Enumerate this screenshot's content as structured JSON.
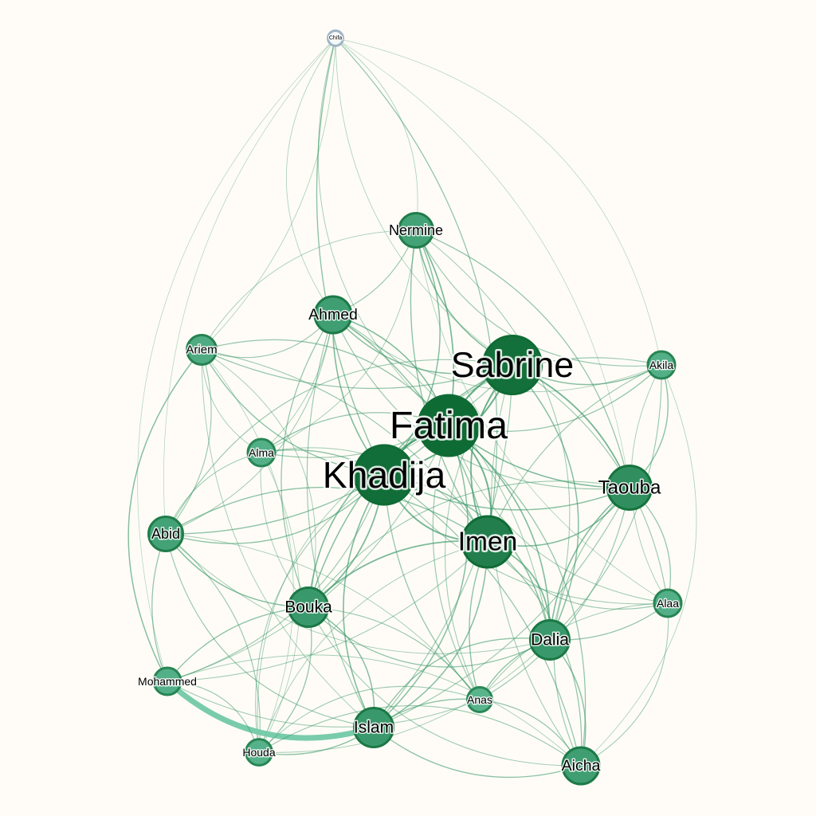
{
  "graph": {
    "colors": {
      "background": "#fffcf7",
      "node_light": "#72c9a6",
      "node_mid": "#3f9e72",
      "node_dark": "#0f6b34",
      "edge": "#3e9a6b"
    },
    "nodes": [
      {
        "id": "chifa",
        "label": "Chifa",
        "weight": 0.05
      },
      {
        "id": "nermine",
        "label": "Nermine",
        "weight": 0.45
      },
      {
        "id": "ahmed",
        "label": "Ahmed",
        "weight": 0.5
      },
      {
        "id": "ariem",
        "label": "Ariem",
        "weight": 0.35
      },
      {
        "id": "sabrine",
        "label": "Sabrine",
        "weight": 0.95
      },
      {
        "id": "akila",
        "label": "Akila",
        "weight": 0.3
      },
      {
        "id": "fatima",
        "label": "Fatima",
        "weight": 1.0
      },
      {
        "id": "alma",
        "label": "Alma",
        "weight": 0.3
      },
      {
        "id": "khadija",
        "label": "Khadija",
        "weight": 0.97
      },
      {
        "id": "taouba",
        "label": "Taouba",
        "weight": 0.65
      },
      {
        "id": "abid",
        "label": "Abid",
        "weight": 0.45
      },
      {
        "id": "imen",
        "label": "Imen",
        "weight": 0.8
      },
      {
        "id": "bouka",
        "label": "Bouka",
        "weight": 0.55
      },
      {
        "id": "alaa",
        "label": "Alaa",
        "weight": 0.3
      },
      {
        "id": "dalia",
        "label": "Dalia",
        "weight": 0.55
      },
      {
        "id": "mohammed",
        "label": "Mohammed",
        "weight": 0.3
      },
      {
        "id": "anas",
        "label": "Anas",
        "weight": 0.25
      },
      {
        "id": "islam",
        "label": "Islam",
        "weight": 0.55
      },
      {
        "id": "houda",
        "label": "Houda",
        "weight": 0.28
      },
      {
        "id": "aicha",
        "label": "Aicha",
        "weight": 0.5
      }
    ],
    "edges": [
      {
        "source": "chifa",
        "target": "khadija",
        "weight": 0.4
      },
      {
        "source": "chifa",
        "target": "imen",
        "weight": 0.35
      },
      {
        "source": "chifa",
        "target": "fatima",
        "weight": 0.2
      },
      {
        "source": "chifa",
        "target": "ariem",
        "weight": 0.15
      },
      {
        "source": "chifa",
        "target": "sabrine",
        "weight": 0.15
      },
      {
        "source": "chifa",
        "target": "akila",
        "weight": 0.1
      },
      {
        "source": "chifa",
        "target": "abid",
        "weight": 0.1
      },
      {
        "source": "chifa",
        "target": "nermine",
        "weight": 0.15
      },
      {
        "source": "chifa",
        "target": "ahmed",
        "weight": 0.15
      },
      {
        "source": "chifa",
        "target": "taouba",
        "weight": 0.1
      },
      {
        "source": "chifa",
        "target": "mohammed",
        "weight": 0.1
      },
      {
        "source": "nermine",
        "target": "fatima",
        "weight": 0.55
      },
      {
        "source": "nermine",
        "target": "sabrine",
        "weight": 0.5
      },
      {
        "source": "nermine",
        "target": "khadija",
        "weight": 0.45
      },
      {
        "source": "nermine",
        "target": "imen",
        "weight": 0.4
      },
      {
        "source": "nermine",
        "target": "taouba",
        "weight": 0.35
      },
      {
        "source": "nermine",
        "target": "akila",
        "weight": 0.3
      },
      {
        "source": "nermine",
        "target": "ahmed",
        "weight": 0.3
      },
      {
        "source": "nermine",
        "target": "ariem",
        "weight": 0.2
      },
      {
        "source": "nermine",
        "target": "dalia",
        "weight": 0.25
      },
      {
        "source": "nermine",
        "target": "alaa",
        "weight": 0.15
      },
      {
        "source": "nermine",
        "target": "alma",
        "weight": 0.2
      },
      {
        "source": "ahmed",
        "target": "khadija",
        "weight": 0.5
      },
      {
        "source": "ahmed",
        "target": "fatima",
        "weight": 0.5
      },
      {
        "source": "ahmed",
        "target": "sabrine",
        "weight": 0.45
      },
      {
        "source": "ahmed",
        "target": "imen",
        "weight": 0.4
      },
      {
        "source": "ahmed",
        "target": "bouka",
        "weight": 0.35
      },
      {
        "source": "ahmed",
        "target": "ariem",
        "weight": 0.3
      },
      {
        "source": "ahmed",
        "target": "islam",
        "weight": 0.3
      },
      {
        "source": "ahmed",
        "target": "abid",
        "weight": 0.25
      },
      {
        "source": "ahmed",
        "target": "taouba",
        "weight": 0.3
      },
      {
        "source": "ahmed",
        "target": "dalia",
        "weight": 0.25
      },
      {
        "source": "ahmed",
        "target": "akila",
        "weight": 0.2
      },
      {
        "source": "ahmed",
        "target": "alma",
        "weight": 0.2
      },
      {
        "source": "ariem",
        "target": "khadija",
        "weight": 0.4
      },
      {
        "source": "ariem",
        "target": "fatima",
        "weight": 0.35
      },
      {
        "source": "ariem",
        "target": "sabrine",
        "weight": 0.35
      },
      {
        "source": "ariem",
        "target": "abid",
        "weight": 0.3
      },
      {
        "source": "ariem",
        "target": "mohammed",
        "weight": 0.45
      },
      {
        "source": "ariem",
        "target": "imen",
        "weight": 0.3
      },
      {
        "source": "ariem",
        "target": "alma",
        "weight": 0.2
      },
      {
        "source": "ariem",
        "target": "bouka",
        "weight": 0.2
      },
      {
        "source": "ariem",
        "target": "islam",
        "weight": 0.2
      },
      {
        "source": "ariem",
        "target": "houda",
        "weight": 0.15
      },
      {
        "source": "sabrine",
        "target": "fatima",
        "weight": 0.75
      },
      {
        "source": "sabrine",
        "target": "khadija",
        "weight": 0.7
      },
      {
        "source": "sabrine",
        "target": "imen",
        "weight": 0.6
      },
      {
        "source": "sabrine",
        "target": "taouba",
        "weight": 0.6
      },
      {
        "source": "sabrine",
        "target": "akila",
        "weight": 0.45
      },
      {
        "source": "sabrine",
        "target": "dalia",
        "weight": 0.45
      },
      {
        "source": "sabrine",
        "target": "bouka",
        "weight": 0.45
      },
      {
        "source": "sabrine",
        "target": "alma",
        "weight": 0.3
      },
      {
        "source": "sabrine",
        "target": "abid",
        "weight": 0.3
      },
      {
        "source": "sabrine",
        "target": "alaa",
        "weight": 0.3
      },
      {
        "source": "sabrine",
        "target": "anas",
        "weight": 0.25
      },
      {
        "source": "sabrine",
        "target": "islam",
        "weight": 0.3
      },
      {
        "source": "sabrine",
        "target": "aicha",
        "weight": 0.25
      },
      {
        "source": "akila",
        "target": "taouba",
        "weight": 0.4
      },
      {
        "source": "akila",
        "target": "imen",
        "weight": 0.3
      },
      {
        "source": "akila",
        "target": "fatima",
        "weight": 0.35
      },
      {
        "source": "akila",
        "target": "khadija",
        "weight": 0.3
      },
      {
        "source": "akila",
        "target": "dalia",
        "weight": 0.3
      },
      {
        "source": "akila",
        "target": "alaa",
        "weight": 0.2
      },
      {
        "source": "akila",
        "target": "aicha",
        "weight": 0.15
      },
      {
        "source": "fatima",
        "target": "khadija",
        "weight": 0.8
      },
      {
        "source": "fatima",
        "target": "imen",
        "weight": 0.65
      },
      {
        "source": "fatima",
        "target": "taouba",
        "weight": 0.5
      },
      {
        "source": "fatima",
        "target": "dalia",
        "weight": 0.5
      },
      {
        "source": "fatima",
        "target": "bouka",
        "weight": 0.5
      },
      {
        "source": "fatima",
        "target": "abid",
        "weight": 0.4
      },
      {
        "source": "fatima",
        "target": "alma",
        "weight": 0.35
      },
      {
        "source": "fatima",
        "target": "islam",
        "weight": 0.45
      },
      {
        "source": "fatima",
        "target": "anas",
        "weight": 0.3
      },
      {
        "source": "fatima",
        "target": "aicha",
        "weight": 0.35
      },
      {
        "source": "fatima",
        "target": "houda",
        "weight": 0.2
      },
      {
        "source": "fatima",
        "target": "mohammed",
        "weight": 0.25
      },
      {
        "source": "fatima",
        "target": "alaa",
        "weight": 0.25
      },
      {
        "source": "alma",
        "target": "khadija",
        "weight": 0.4
      },
      {
        "source": "alma",
        "target": "abid",
        "weight": 0.25
      },
      {
        "source": "alma",
        "target": "imen",
        "weight": 0.25
      },
      {
        "source": "alma",
        "target": "bouka",
        "weight": 0.2
      },
      {
        "source": "alma",
        "target": "houda",
        "weight": 0.15
      },
      {
        "source": "khadija",
        "target": "imen",
        "weight": 0.6
      },
      {
        "source": "khadija",
        "target": "bouka",
        "weight": 0.55
      },
      {
        "source": "khadija",
        "target": "islam",
        "weight": 0.5
      },
      {
        "source": "khadija",
        "target": "dalia",
        "weight": 0.45
      },
      {
        "source": "khadija",
        "target": "taouba",
        "weight": 0.45
      },
      {
        "source": "khadija",
        "target": "abid",
        "weight": 0.4
      },
      {
        "source": "khadija",
        "target": "anas",
        "weight": 0.35
      },
      {
        "source": "khadija",
        "target": "mohammed",
        "weight": 0.3
      },
      {
        "source": "khadija",
        "target": "houda",
        "weight": 0.25
      },
      {
        "source": "khadija",
        "target": "aicha",
        "weight": 0.35
      },
      {
        "source": "khadija",
        "target": "alaa",
        "weight": 0.25
      },
      {
        "source": "taouba",
        "target": "imen",
        "weight": 0.5
      },
      {
        "source": "taouba",
        "target": "dalia",
        "weight": 0.5
      },
      {
        "source": "taouba",
        "target": "alaa",
        "weight": 0.35
      },
      {
        "source": "taouba",
        "target": "aicha",
        "weight": 0.3
      },
      {
        "source": "taouba",
        "target": "anas",
        "weight": 0.3
      },
      {
        "source": "taouba",
        "target": "bouka",
        "weight": 0.3
      },
      {
        "source": "taouba",
        "target": "islam",
        "weight": 0.3
      },
      {
        "source": "abid",
        "target": "bouka",
        "weight": 0.45
      },
      {
        "source": "abid",
        "target": "imen",
        "weight": 0.4
      },
      {
        "source": "abid",
        "target": "mohammed",
        "weight": 0.35
      },
      {
        "source": "abid",
        "target": "houda",
        "weight": 0.3
      },
      {
        "source": "abid",
        "target": "islam",
        "weight": 0.3
      },
      {
        "source": "abid",
        "target": "anas",
        "weight": 0.2
      },
      {
        "source": "abid",
        "target": "dalia",
        "weight": 0.2
      },
      {
        "source": "imen",
        "target": "dalia",
        "weight": 0.55
      },
      {
        "source": "imen",
        "target": "bouka",
        "weight": 0.55
      },
      {
        "source": "imen",
        "target": "islam",
        "weight": 0.45
      },
      {
        "source": "imen",
        "target": "anas",
        "weight": 0.4
      },
      {
        "source": "imen",
        "target": "aicha",
        "weight": 0.35
      },
      {
        "source": "imen",
        "target": "alaa",
        "weight": 0.3
      },
      {
        "source": "imen",
        "target": "mohammed",
        "weight": 0.25
      },
      {
        "source": "imen",
        "target": "houda",
        "weight": 0.2
      },
      {
        "source": "bouka",
        "target": "islam",
        "weight": 0.45
      },
      {
        "source": "bouka",
        "target": "mohammed",
        "weight": 0.4
      },
      {
        "source": "bouka",
        "target": "houda",
        "weight": 0.35
      },
      {
        "source": "bouka",
        "target": "dalia",
        "weight": 0.35
      },
      {
        "source": "bouka",
        "target": "anas",
        "weight": 0.3
      },
      {
        "source": "bouka",
        "target": "aicha",
        "weight": 0.25
      },
      {
        "source": "alaa",
        "target": "dalia",
        "weight": 0.35
      },
      {
        "source": "alaa",
        "target": "anas",
        "weight": 0.25
      },
      {
        "source": "alaa",
        "target": "aicha",
        "weight": 0.25
      },
      {
        "source": "dalia",
        "target": "anas",
        "weight": 0.4
      },
      {
        "source": "dalia",
        "target": "aicha",
        "weight": 0.4
      },
      {
        "source": "dalia",
        "target": "islam",
        "weight": 0.4
      },
      {
        "source": "dalia",
        "target": "houda",
        "weight": 0.2
      },
      {
        "source": "mohammed",
        "target": "islam",
        "weight": 1.0
      },
      {
        "source": "mohammed",
        "target": "houda",
        "weight": 0.3
      },
      {
        "source": "mohammed",
        "target": "anas",
        "weight": 0.25
      },
      {
        "source": "mohammed",
        "target": "aicha",
        "weight": 0.2
      },
      {
        "source": "anas",
        "target": "islam",
        "weight": 0.4
      },
      {
        "source": "anas",
        "target": "aicha",
        "weight": 0.35
      },
      {
        "source": "anas",
        "target": "houda",
        "weight": 0.25
      },
      {
        "source": "islam",
        "target": "houda",
        "weight": 0.4
      },
      {
        "source": "islam",
        "target": "aicha",
        "weight": 0.4
      },
      {
        "source": "houda",
        "target": "aicha",
        "weight": 0.3
      }
    ]
  }
}
